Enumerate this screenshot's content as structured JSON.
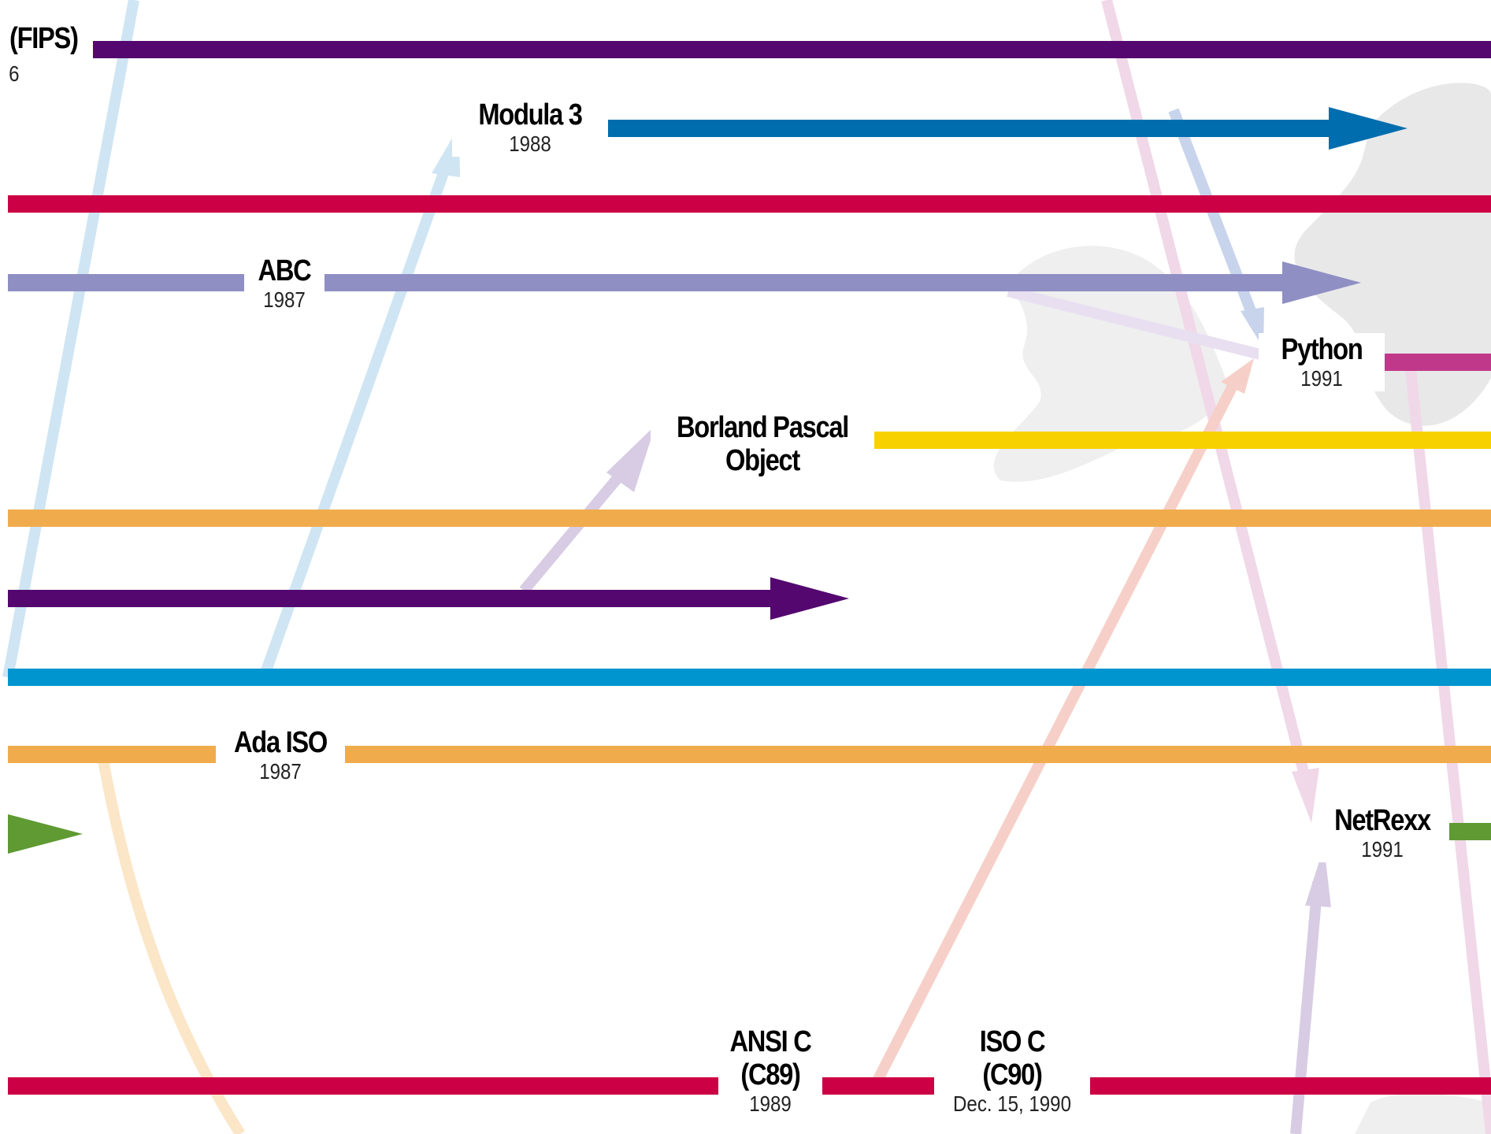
{
  "nodes": {
    "fips": {
      "name": "(FIPS)",
      "year": "6"
    },
    "modula3": {
      "name": "Modula 3",
      "year": "1988"
    },
    "abc": {
      "name": "ABC",
      "year": "1987"
    },
    "python": {
      "name": "Python",
      "year": "1991"
    },
    "borland": {
      "name_line1": "Borland Pascal",
      "name_line2": "Object"
    },
    "ada_iso": {
      "name": "Ada ISO",
      "year": "1987"
    },
    "netrexx": {
      "name": "NetRexx",
      "year": "1991"
    },
    "ansi_c": {
      "name_line1": "ANSI C",
      "name_line2": "(C89)",
      "year": "1989"
    },
    "iso_c": {
      "name_line1": "ISO C",
      "name_line2": "(C90)",
      "year": "Dec. 15, 1990"
    }
  },
  "colors": {
    "purple": "#54086f",
    "blue": "#006dae",
    "crimson": "#cc0044",
    "lavender": "#8f8fc4",
    "magenta": "#c0388a",
    "yellow": "#f8d200",
    "orange": "#f0ac4c",
    "cyan": "#0095cf",
    "green": "#5f9a32",
    "light_blue": "#cfe5f3",
    "light_pink": "#f0d8e8",
    "light_salmon": "#f6d0c8",
    "light_violet": "#d8cce4",
    "light_peach": "#fbe6c8"
  },
  "background_mark": "python-logo-watermark"
}
